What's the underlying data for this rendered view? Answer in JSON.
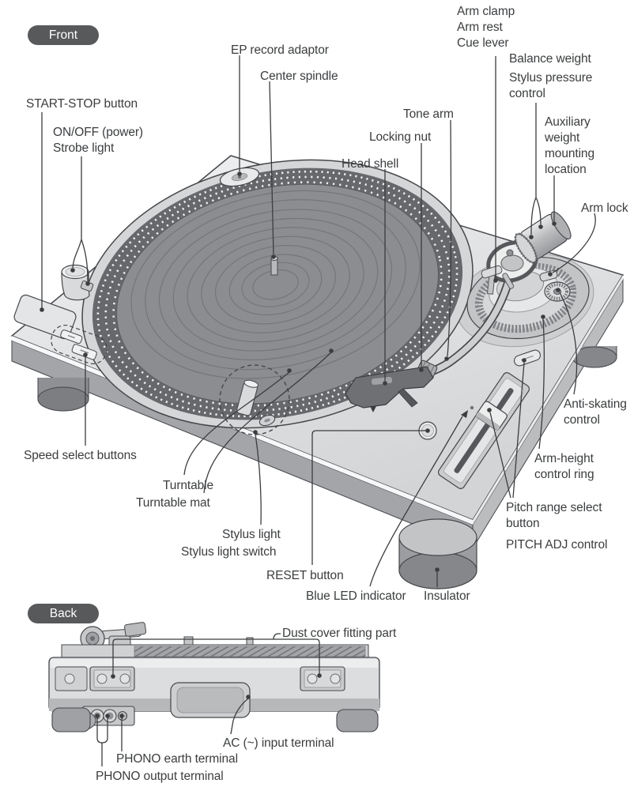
{
  "document": {
    "type": "turntable parts diagram",
    "colors": {
      "badge_bg": "#58595b",
      "badge_text": "#ffffff",
      "label_text": "#3b3d3f",
      "leader_line": "#3b3d3f",
      "plinth": "#e7e8ea",
      "platter_mat": "#8b8d90",
      "strobe_band": "#66686b"
    }
  },
  "front": {
    "badge": "Front",
    "labels": [
      {
        "id": "start-stop",
        "text": "START-STOP button"
      },
      {
        "id": "on-off-strobe",
        "text": "ON/OFF (power)\nStrobe light"
      },
      {
        "id": "ep-record-adaptor",
        "text": "EP record adaptor"
      },
      {
        "id": "center-spindle",
        "text": "Center spindle"
      },
      {
        "id": "head-shell",
        "text": "Head shell"
      },
      {
        "id": "locking-nut",
        "text": "Locking nut"
      },
      {
        "id": "tone-arm",
        "text": "Tone arm"
      },
      {
        "id": "arm-clamp-rest-cue",
        "text": "Arm clamp\nArm rest\nCue lever"
      },
      {
        "id": "balance-weight",
        "text": "Balance weight"
      },
      {
        "id": "stylus-pressure-control",
        "text": "Stylus pressure\ncontrol"
      },
      {
        "id": "auxiliary-weight",
        "text": "Auxiliary\nweight\nmounting\nlocation"
      },
      {
        "id": "arm-lock",
        "text": "Arm lock"
      },
      {
        "id": "anti-skating-control",
        "text": "Anti-skating\ncontrol"
      },
      {
        "id": "arm-height-control-ring",
        "text": "Arm-height\ncontrol ring"
      },
      {
        "id": "pitch-range-select",
        "text": "Pitch range select\nbutton"
      },
      {
        "id": "pitch-adj-control",
        "text": "PITCH ADJ control"
      },
      {
        "id": "speed-select-buttons",
        "text": "Speed select buttons"
      },
      {
        "id": "turntable",
        "text": "Turntable"
      },
      {
        "id": "turntable-mat",
        "text": "Turntable mat"
      },
      {
        "id": "stylus-light",
        "text": "Stylus light"
      },
      {
        "id": "stylus-light-switch",
        "text": "Stylus light switch"
      },
      {
        "id": "reset-button",
        "text": "RESET button"
      },
      {
        "id": "blue-led-indicator",
        "text": "Blue LED indicator"
      },
      {
        "id": "insulator",
        "text": "Insulator"
      }
    ]
  },
  "back": {
    "badge": "Back",
    "labels": [
      {
        "id": "dust-cover-fitting",
        "text": "Dust cover fitting part"
      },
      {
        "id": "ac-input-terminal",
        "text": "AC (~) input terminal"
      },
      {
        "id": "phono-earth-terminal",
        "text": "PHONO earth terminal"
      },
      {
        "id": "phono-output-terminal",
        "text": "PHONO output terminal"
      }
    ]
  }
}
